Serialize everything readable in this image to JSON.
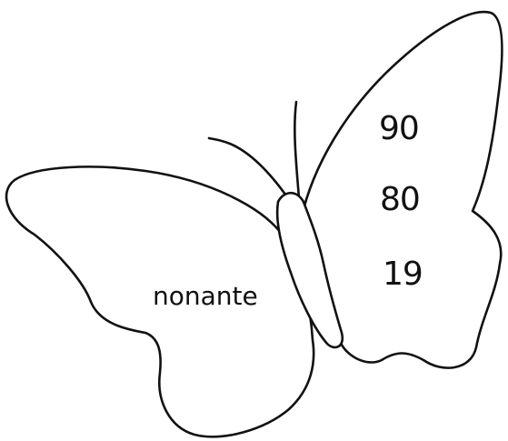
{
  "left_wing": {
    "word": "nonante"
  },
  "right_wing": {
    "numbers": [
      "90",
      "80",
      "19"
    ]
  },
  "colors": {
    "line": "#111111",
    "background": "#ffffff"
  }
}
